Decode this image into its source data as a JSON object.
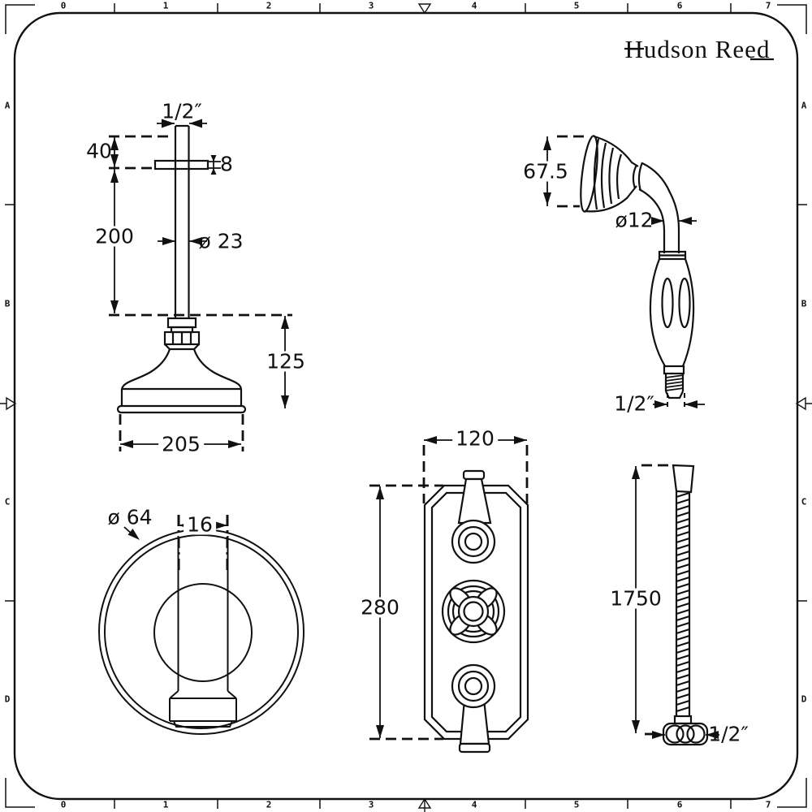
{
  "brand": {
    "logo": "Hudson Reed"
  },
  "frame": {
    "top_numbers": [
      "0",
      "1",
      "2",
      "3",
      "4",
      "5",
      "6",
      "7"
    ],
    "bottom_numbers": [
      "0",
      "1",
      "2",
      "3",
      "4",
      "5",
      "6",
      "7"
    ],
    "left_letters": [
      "A",
      "B",
      "C",
      "D"
    ],
    "right_letters": [
      "A",
      "B",
      "C",
      "D"
    ]
  },
  "dimensions": {
    "ceiling_arm": {
      "thread": "1/2″",
      "ceiling_drop": "40",
      "plate_thickness": "8",
      "arm_length": "200",
      "arm_diameter": "ø 23",
      "head_height": "125",
      "head_diameter": "205"
    },
    "handset": {
      "head_height": "67.5",
      "neck_diameter": "ø12",
      "thread": "1/2″"
    },
    "wall_outlet": {
      "plate_diameter": "ø 64",
      "outlet_width": "16"
    },
    "valve": {
      "plate_width": "120",
      "plate_height": "280"
    },
    "hose": {
      "length": "1750",
      "thread": "1/2″"
    }
  },
  "colors": {
    "ink": "#111111",
    "paper": "#ffffff"
  }
}
